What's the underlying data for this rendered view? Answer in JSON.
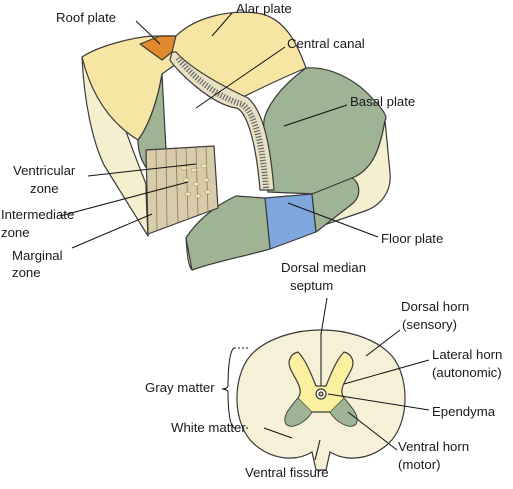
{
  "top_figure": {
    "labels": {
      "roof_plate": "Roof plate",
      "alar_plate": "Alar plate",
      "central_canal": "Central canal",
      "basal_plate": "Basal plate",
      "ventricular_zone": [
        "Ventricular",
        "zone"
      ],
      "intermediate_zone": [
        "Intermediate",
        "zone"
      ],
      "marginal_zone": [
        "Marginal",
        "zone"
      ],
      "floor_plate": "Floor plate"
    }
  },
  "bottom_figure": {
    "labels": {
      "dorsal_median_septum": [
        "Dorsal median",
        "septum"
      ],
      "dorsal_horn": [
        "Dorsal horn",
        "(sensory)"
      ],
      "lateral_horn": [
        "Lateral horn",
        "(autonomic)"
      ],
      "gray_matter": "Gray matter",
      "ependyma": "Ependyma",
      "white_matter": "White matter",
      "ventral_horn": [
        "Ventral horn",
        "(motor)"
      ],
      "ventral_fissure": "Ventral fissure"
    }
  },
  "colors": {
    "alar": "#f7e6a3",
    "basal": "#9fb494",
    "floor": "#7fa7dd",
    "roof": "#e0892e",
    "side": "#f4efcf",
    "outline": "#3a3a3a",
    "gray_matter": "#fbf09f"
  }
}
